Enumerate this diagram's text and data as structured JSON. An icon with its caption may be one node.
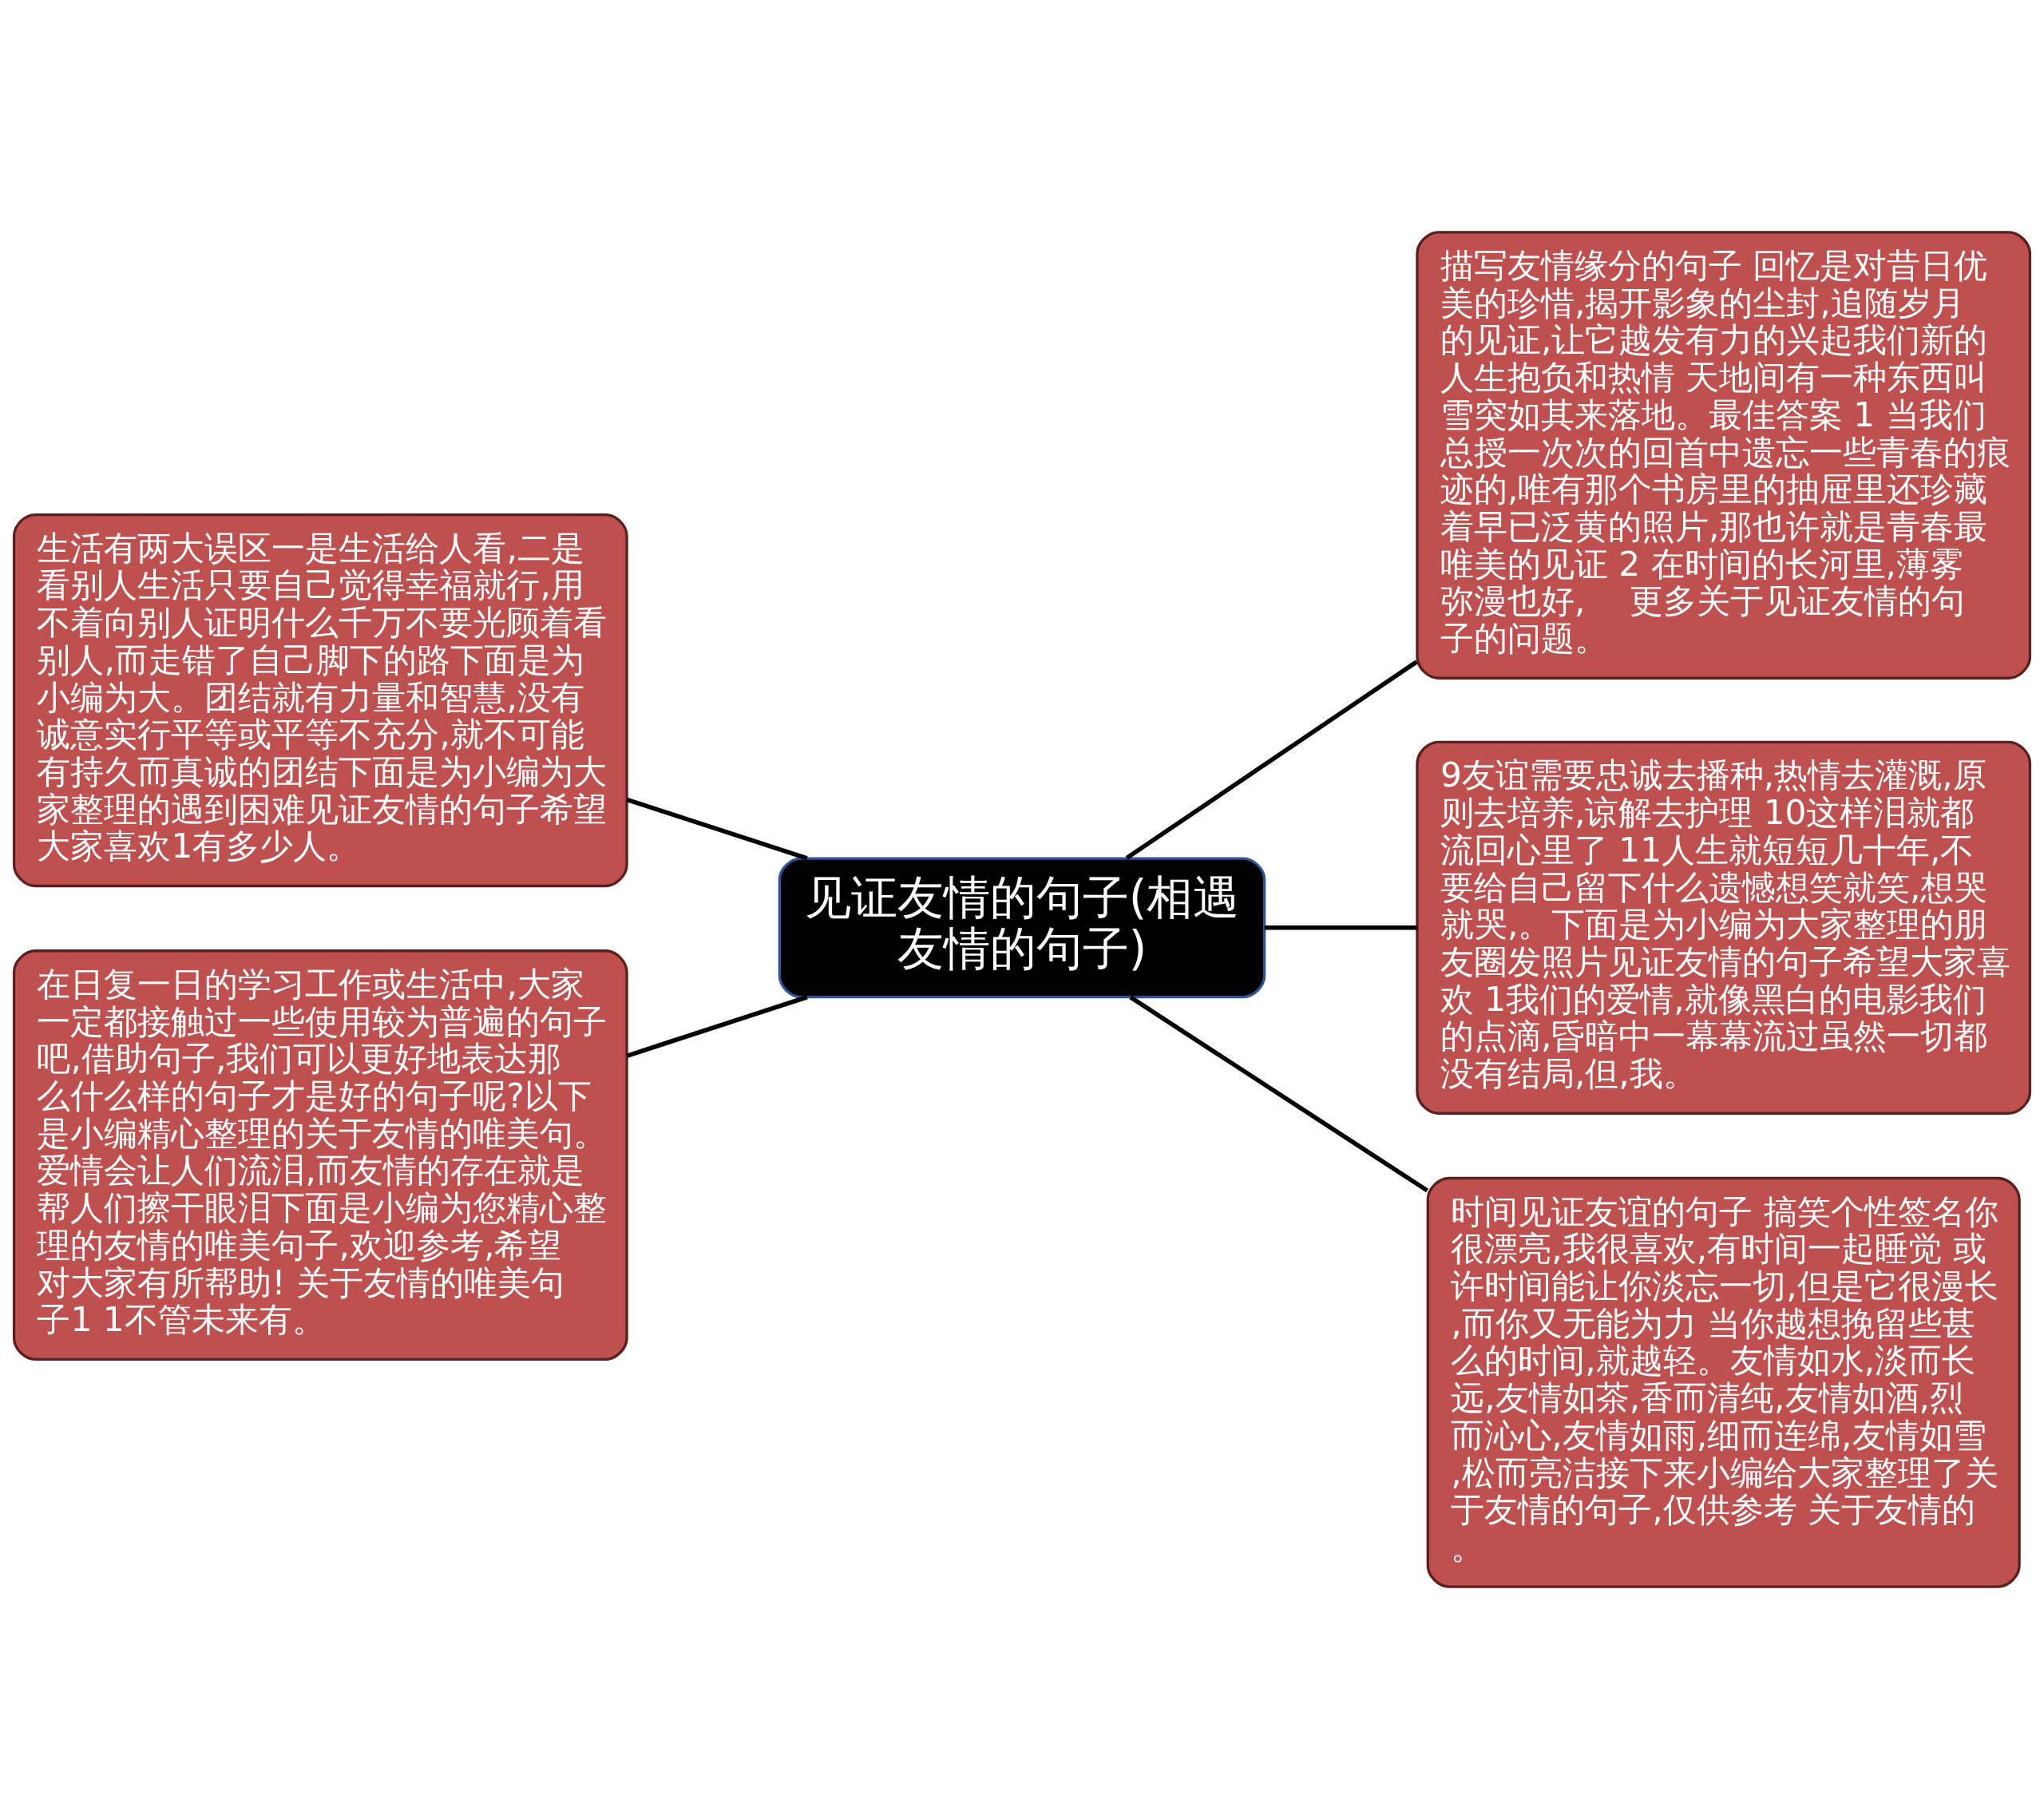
{
  "diagram": {
    "nodes": [
      {
        "text": [
          "见证友情的句子(相遇友情的句子)"
        ]
      },
      {
        "text": [
          "生活有两大误区一是生活给人看,二是看别人生活只要自己觉得幸福就行,用不着向别人证明什么千万不要光顾着看别人,而走错了自己脚下的路下面是为小编为大。团结就有力量和智慧,没有诚意实行平等或平等不充分,就不可能有持久而真诚的团结下面是为小编为大家整理的遇到困难见证友情的句子希望大家喜欢1有多少人。"
        ]
      },
      {
        "text": [
          "在日复一日的学习工作或生活中,大家一定都接触过一些使用较为普遍的句子吧,借助句子,我们可以更好地表达那么什么样的句子才是好的句子呢?以下是小编精心整理的关于友情的唯美句。爱情会让人们流泪,而友情的存在就是帮人们擦干眼泪下面是小编为您精心整理的友情的唯美句子,欢迎参考,希望对大家有所帮助! 关于友情的唯美句子1 1不管未来有。"
        ]
      },
      {
        "text": [
          "描写友情缘分的句子 回忆是对昔日优美的珍惜,揭开影象的尘封,追随岁月的见证,让它越发有力的兴起我们新的人生抱负和热情 天地间有一种东西叫雪突如其来落地。最佳答案 1 当我们总授一次次的回首中遗忘一些青春的痕迹的,唯有那个书房里的抽屉里还珍藏着早已泛黄的照片,那也许就是青春最唯美的见证 2 在时间的长河里,薄雾弥漫也好,　 更多关于见证友情的句子的问题。"
        ]
      },
      {
        "text": [
          "9友谊需要忠诚去播种,热情去灌溉,原则去培养,谅解去护理 10这样泪就都流回心里了 11人生就短短几十年,不要给自己留下什么遗憾想笑就笑,想哭就哭,。下面是为小编为大家整理的朋友圈发照片见证友情的句子希望大家喜欢 1我们的爱情,就像黑白的电影我们的点滴,昏暗中一幕幕流过虽然一切都没有结局,但,我。"
        ]
      },
      {
        "text": [
          "时间见证友谊的句子 搞笑个性签名你很漂亮,我很喜欢,有时间一起睡觉 或许时间能让你淡忘一切,但是它很漫长,而你又无能为力 当你越想挽留些甚么的时间,就越轻。友情如水,淡而长远,友情如茶,香而清纯,友情如酒,烈而沁心,友情如雨,细而连绵,友情如雪,松而亮洁接下来小编给大家整理了关于友情的句子,仅供参考 关于友情的。"
        ]
      }
    ],
    "edges": [
      {
        "from": 0,
        "to": 1,
        "arrow": "none"
      },
      {
        "from": 0,
        "to": 2,
        "arrow": "none"
      },
      {
        "from": 0,
        "to": 3,
        "arrow": "none"
      },
      {
        "from": 0,
        "to": 4,
        "arrow": "none"
      },
      {
        "from": 0,
        "to": 5,
        "arrow": "none"
      }
    ]
  }
}
